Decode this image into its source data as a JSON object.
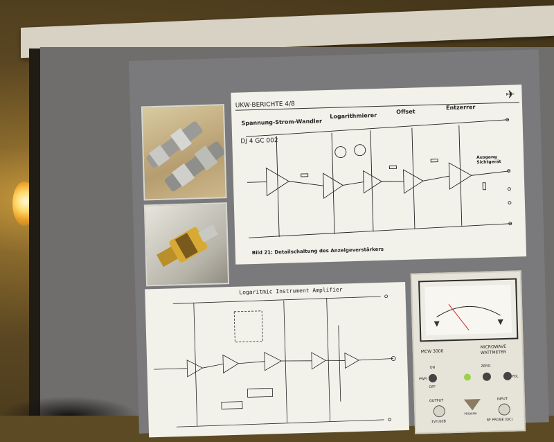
{
  "paper": {
    "header": "UKW-BERICHTE 4/8",
    "labels": {
      "s1": "Spannung-Strom-Wandler",
      "s2": "Logarithmierer",
      "s3": "Offset",
      "s4": "Entzerrer",
      "id": "DJ 4 GC 002",
      "out": "Ausgang Sichtgerät"
    },
    "caption": "Bild 21: Detailschaltung des Anzeigeverstärkers"
  },
  "schematic2": {
    "title": "Logaritmic Instrument Amplifier"
  },
  "meter": {
    "model": "MCW 3000",
    "name_line1": "MICROWAVE",
    "name_line2": "WATTMETER",
    "on": "ON",
    "pwr": "PWR",
    "off": "OFF",
    "zero": "ZERO",
    "pol": "POL",
    "output": "OUTPUT",
    "input": "INPUT",
    "out_sub": "1V/10dB",
    "in_sub": "RF PROBE (DC)",
    "brand": "PROXIMA"
  },
  "colors": {
    "paper": "#f2f1ea",
    "ink": "#222222",
    "screen": "#6f6e6c",
    "meter_face": "#f4f3ee"
  }
}
